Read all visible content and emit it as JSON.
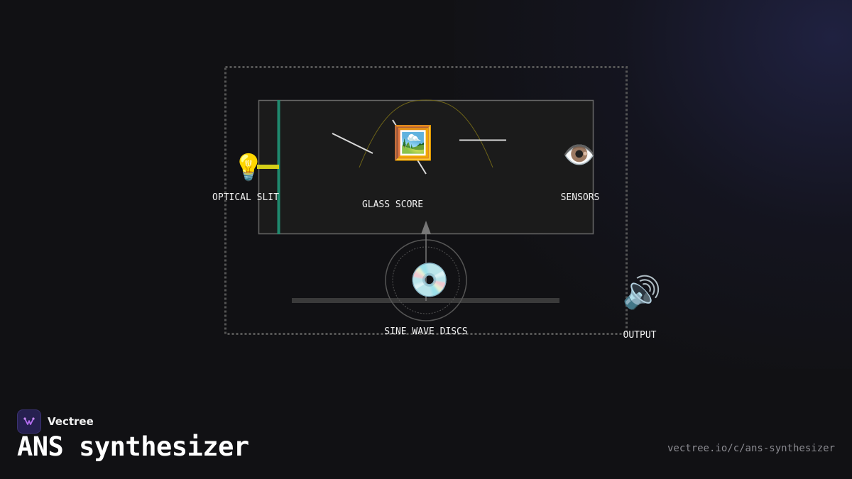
{
  "diagram": {
    "labels": {
      "optical_slit": "OPTICAL SLIT",
      "glass_score": "GLASS SCORE",
      "sensors": "SENSORS",
      "sine_wave_discs": "SINE WAVE DISCS",
      "output": "OUTPUT"
    },
    "icons": {
      "light": "light-bulb-icon",
      "score": "framed-picture-icon",
      "sensors": "eye-icon",
      "discs": "optical-disc-icon",
      "output": "speaker-icon"
    },
    "colors": {
      "slit": "#1f8a6e",
      "beam": "#d4cf18",
      "frame": "#666666",
      "curve": "#6e6418"
    }
  },
  "footer": {
    "brand": "Vectree",
    "title": "ANS synthesizer",
    "url": "vectree.io/c/ans-synthesizer"
  }
}
